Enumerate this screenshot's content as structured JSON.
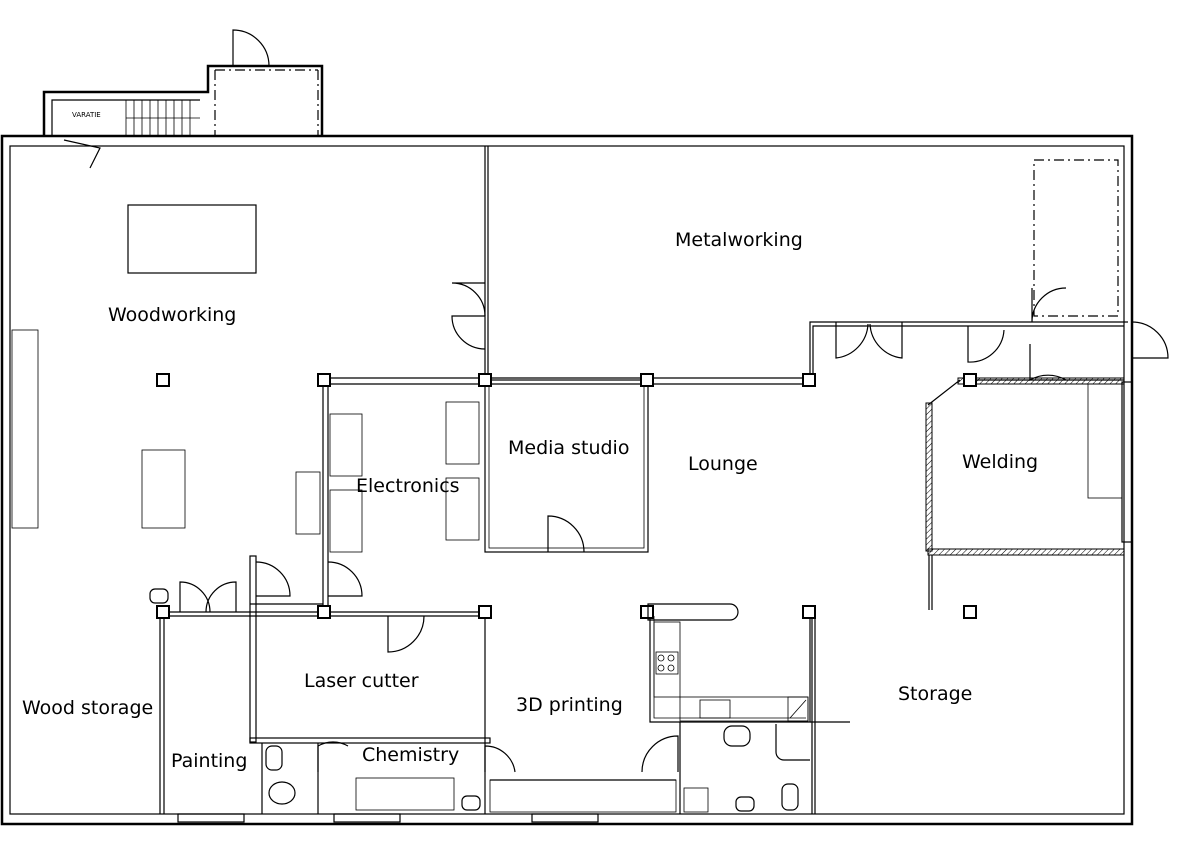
{
  "rooms": {
    "woodworking": "Woodworking",
    "metalworking": "Metalworking",
    "media_studio": "Media studio",
    "lounge": "Lounge",
    "welding": "Welding",
    "electronics": "Electronics",
    "laser_cutter": "Laser cutter",
    "wood_storage": "Wood storage",
    "painting": "Painting",
    "chemistry": "Chemistry",
    "printing_3d": "3D printing",
    "storage": "Storage"
  },
  "annotations": {
    "stair_note": "VARATIE"
  }
}
